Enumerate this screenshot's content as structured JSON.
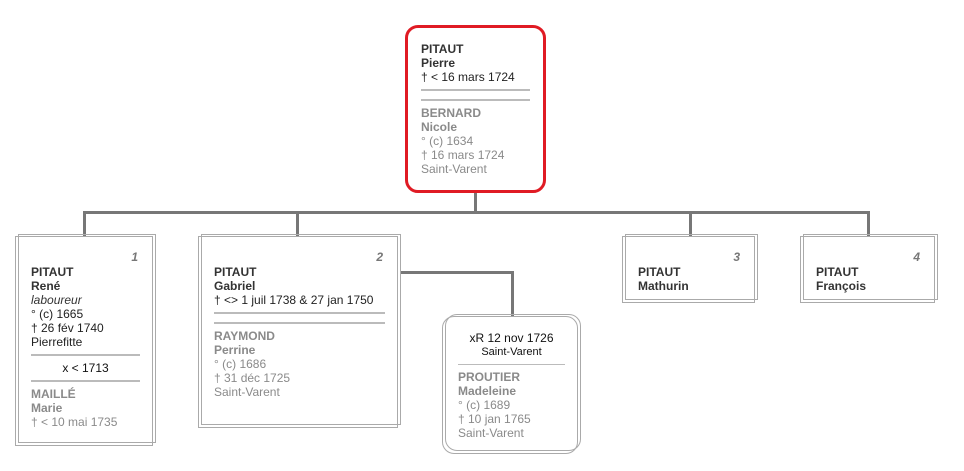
{
  "root": {
    "husband": {
      "surname": "PITAUT",
      "given": "Pierre",
      "death": "† < 16 mars 1724"
    },
    "wife": {
      "surname": "BERNARD",
      "given": "Nicole",
      "birth": "° (c) 1634",
      "death": "† 16 mars 1724",
      "place": "Saint-Varent"
    }
  },
  "children": [
    {
      "num": "1",
      "surname": "PITAUT",
      "given": "René",
      "occupation": "laboureur",
      "birth": "° (c) 1665",
      "death": "† 26 fév 1740",
      "place": "Pierrefitte",
      "marriage": "x < 1713",
      "spouse": {
        "surname": "MAILLÉ",
        "given": "Marie",
        "death": "† < 10 mai 1735"
      }
    },
    {
      "num": "2",
      "surname": "PITAUT",
      "given": "Gabriel",
      "death": "† <> 1 juil 1738 & 27 jan 1750",
      "spouse": {
        "surname": "RAYMOND",
        "given": "Perrine",
        "birth": "° (c) 1686",
        "death": "† 31 déc 1725",
        "place": "Saint-Varent"
      },
      "second_marriage": {
        "event": "xR 12 nov 1726",
        "place": "Saint-Varent",
        "spouse": {
          "surname": "PROUTIER",
          "given": "Madeleine",
          "birth": "° (c) 1689",
          "death": "† 10 jan 1765",
          "place": "Saint-Varent"
        }
      }
    },
    {
      "num": "3",
      "surname": "PITAUT",
      "given": "Mathurin"
    },
    {
      "num": "4",
      "surname": "PITAUT",
      "given": "François"
    }
  ],
  "colors": {
    "highlight": "#e01b24",
    "line": "#777777"
  }
}
